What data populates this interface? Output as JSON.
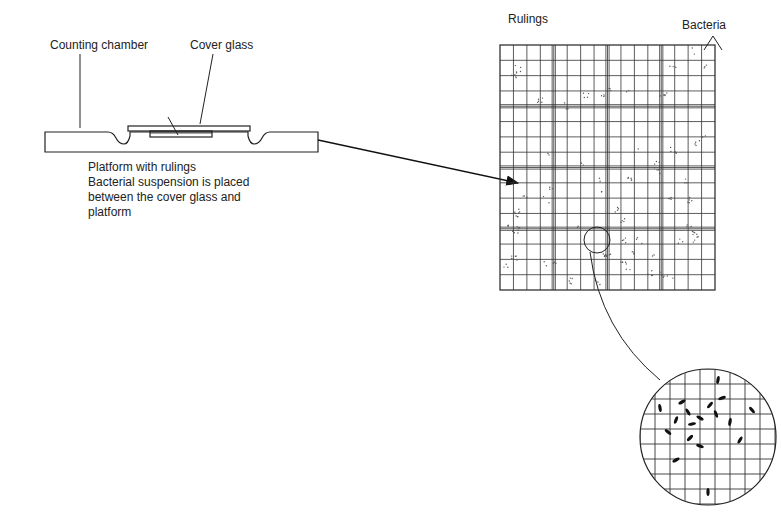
{
  "diagram": {
    "labels": [
      "Counting chamber",
      "Cover glass",
      "Platform with rulings",
      "Bacterial suspension is placed between the cover glass and platform",
      "Rulings",
      "Bacteria"
    ]
  }
}
